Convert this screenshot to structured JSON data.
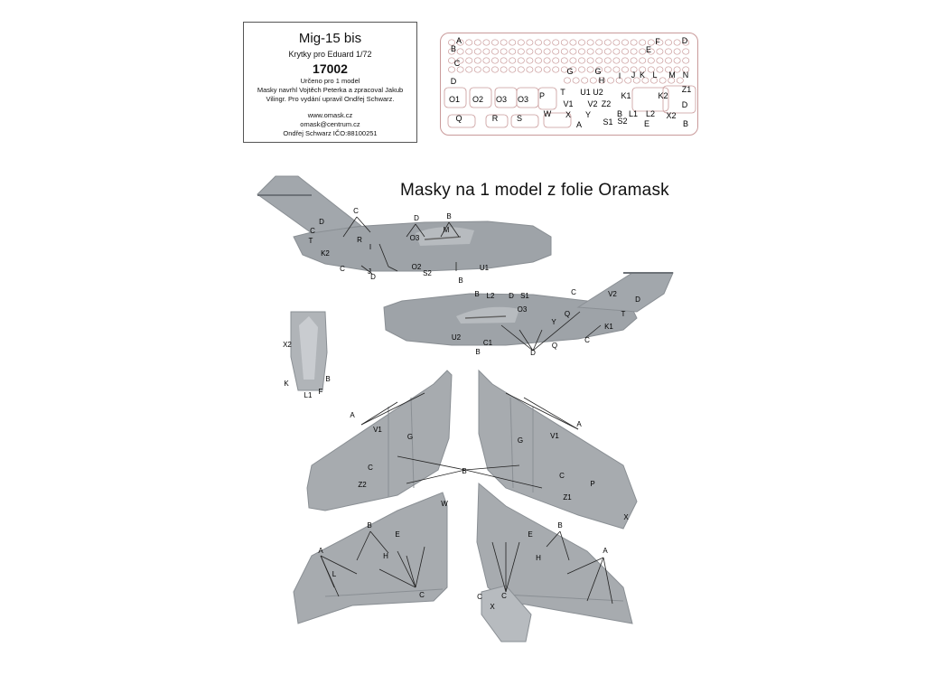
{
  "header": {
    "title": "Mig-15 bis",
    "subtitle": "Krytky pro Eduard 1/72",
    "code": "17002",
    "line1": "Určeno pro 1 model",
    "line2": "Masky navrhl Vojtěch Peterka a zpracoval Jakub",
    "line3": "Vilingr. Pro vydání upravil Ondřej Schwarz.",
    "url": "www.omask.cz",
    "email": "omask@centrum.cz",
    "owner": "Ondřej Schwarz IČO:88100251"
  },
  "heading": "Masky na 1 model z folie Oramask",
  "sheet_labels": [
    "A",
    "B",
    "C",
    "D",
    "E",
    "F",
    "G",
    "G",
    "H",
    "I",
    "J",
    "K",
    "L",
    "M",
    "N",
    "T",
    "U1",
    "U2",
    "K1",
    "K2",
    "Z1",
    "V1",
    "V2",
    "Z2",
    "B",
    "D",
    "L1",
    "L2",
    "X2",
    "W",
    "X",
    "Y",
    "S1",
    "S2",
    "E",
    "A",
    "B",
    "O1",
    "O2",
    "O3",
    "O3",
    "P",
    "Q",
    "R",
    "S",
    "D"
  ],
  "side_top_labels": [
    "C",
    "D",
    "D",
    "B",
    "M",
    "C",
    "T",
    "R",
    "I",
    "O3",
    "K2",
    "C",
    "J",
    "D",
    "O2",
    "S2",
    "B",
    "U1"
  ],
  "side_bottom_labels": [
    "B",
    "L2",
    "D",
    "S1",
    "C",
    "V2",
    "D",
    "O3",
    "Q",
    "T",
    "Y",
    "K1",
    "U2",
    "C1",
    "D",
    "Q",
    "C",
    "B"
  ],
  "tail_labels": [
    "X2",
    "K",
    "L1",
    "F",
    "B"
  ],
  "wing_upper_left_labels": [
    "A",
    "V1",
    "G",
    "C",
    "Z2"
  ],
  "wing_upper_right_labels": [
    "A",
    "G",
    "V1",
    "B",
    "C",
    "P",
    "Z1",
    "X"
  ],
  "wing_lower_left_labels": [
    "W",
    "B",
    "E",
    "A",
    "L",
    "H",
    "C"
  ],
  "wing_lower_right_labels": [
    "B",
    "E",
    "H",
    "A",
    "C"
  ],
  "small_part_labels": [
    "C",
    "X"
  ],
  "colors": {
    "model": "#9ea3a8",
    "model_dark": "#7d8286",
    "sheet_border": "#c99a9a"
  }
}
